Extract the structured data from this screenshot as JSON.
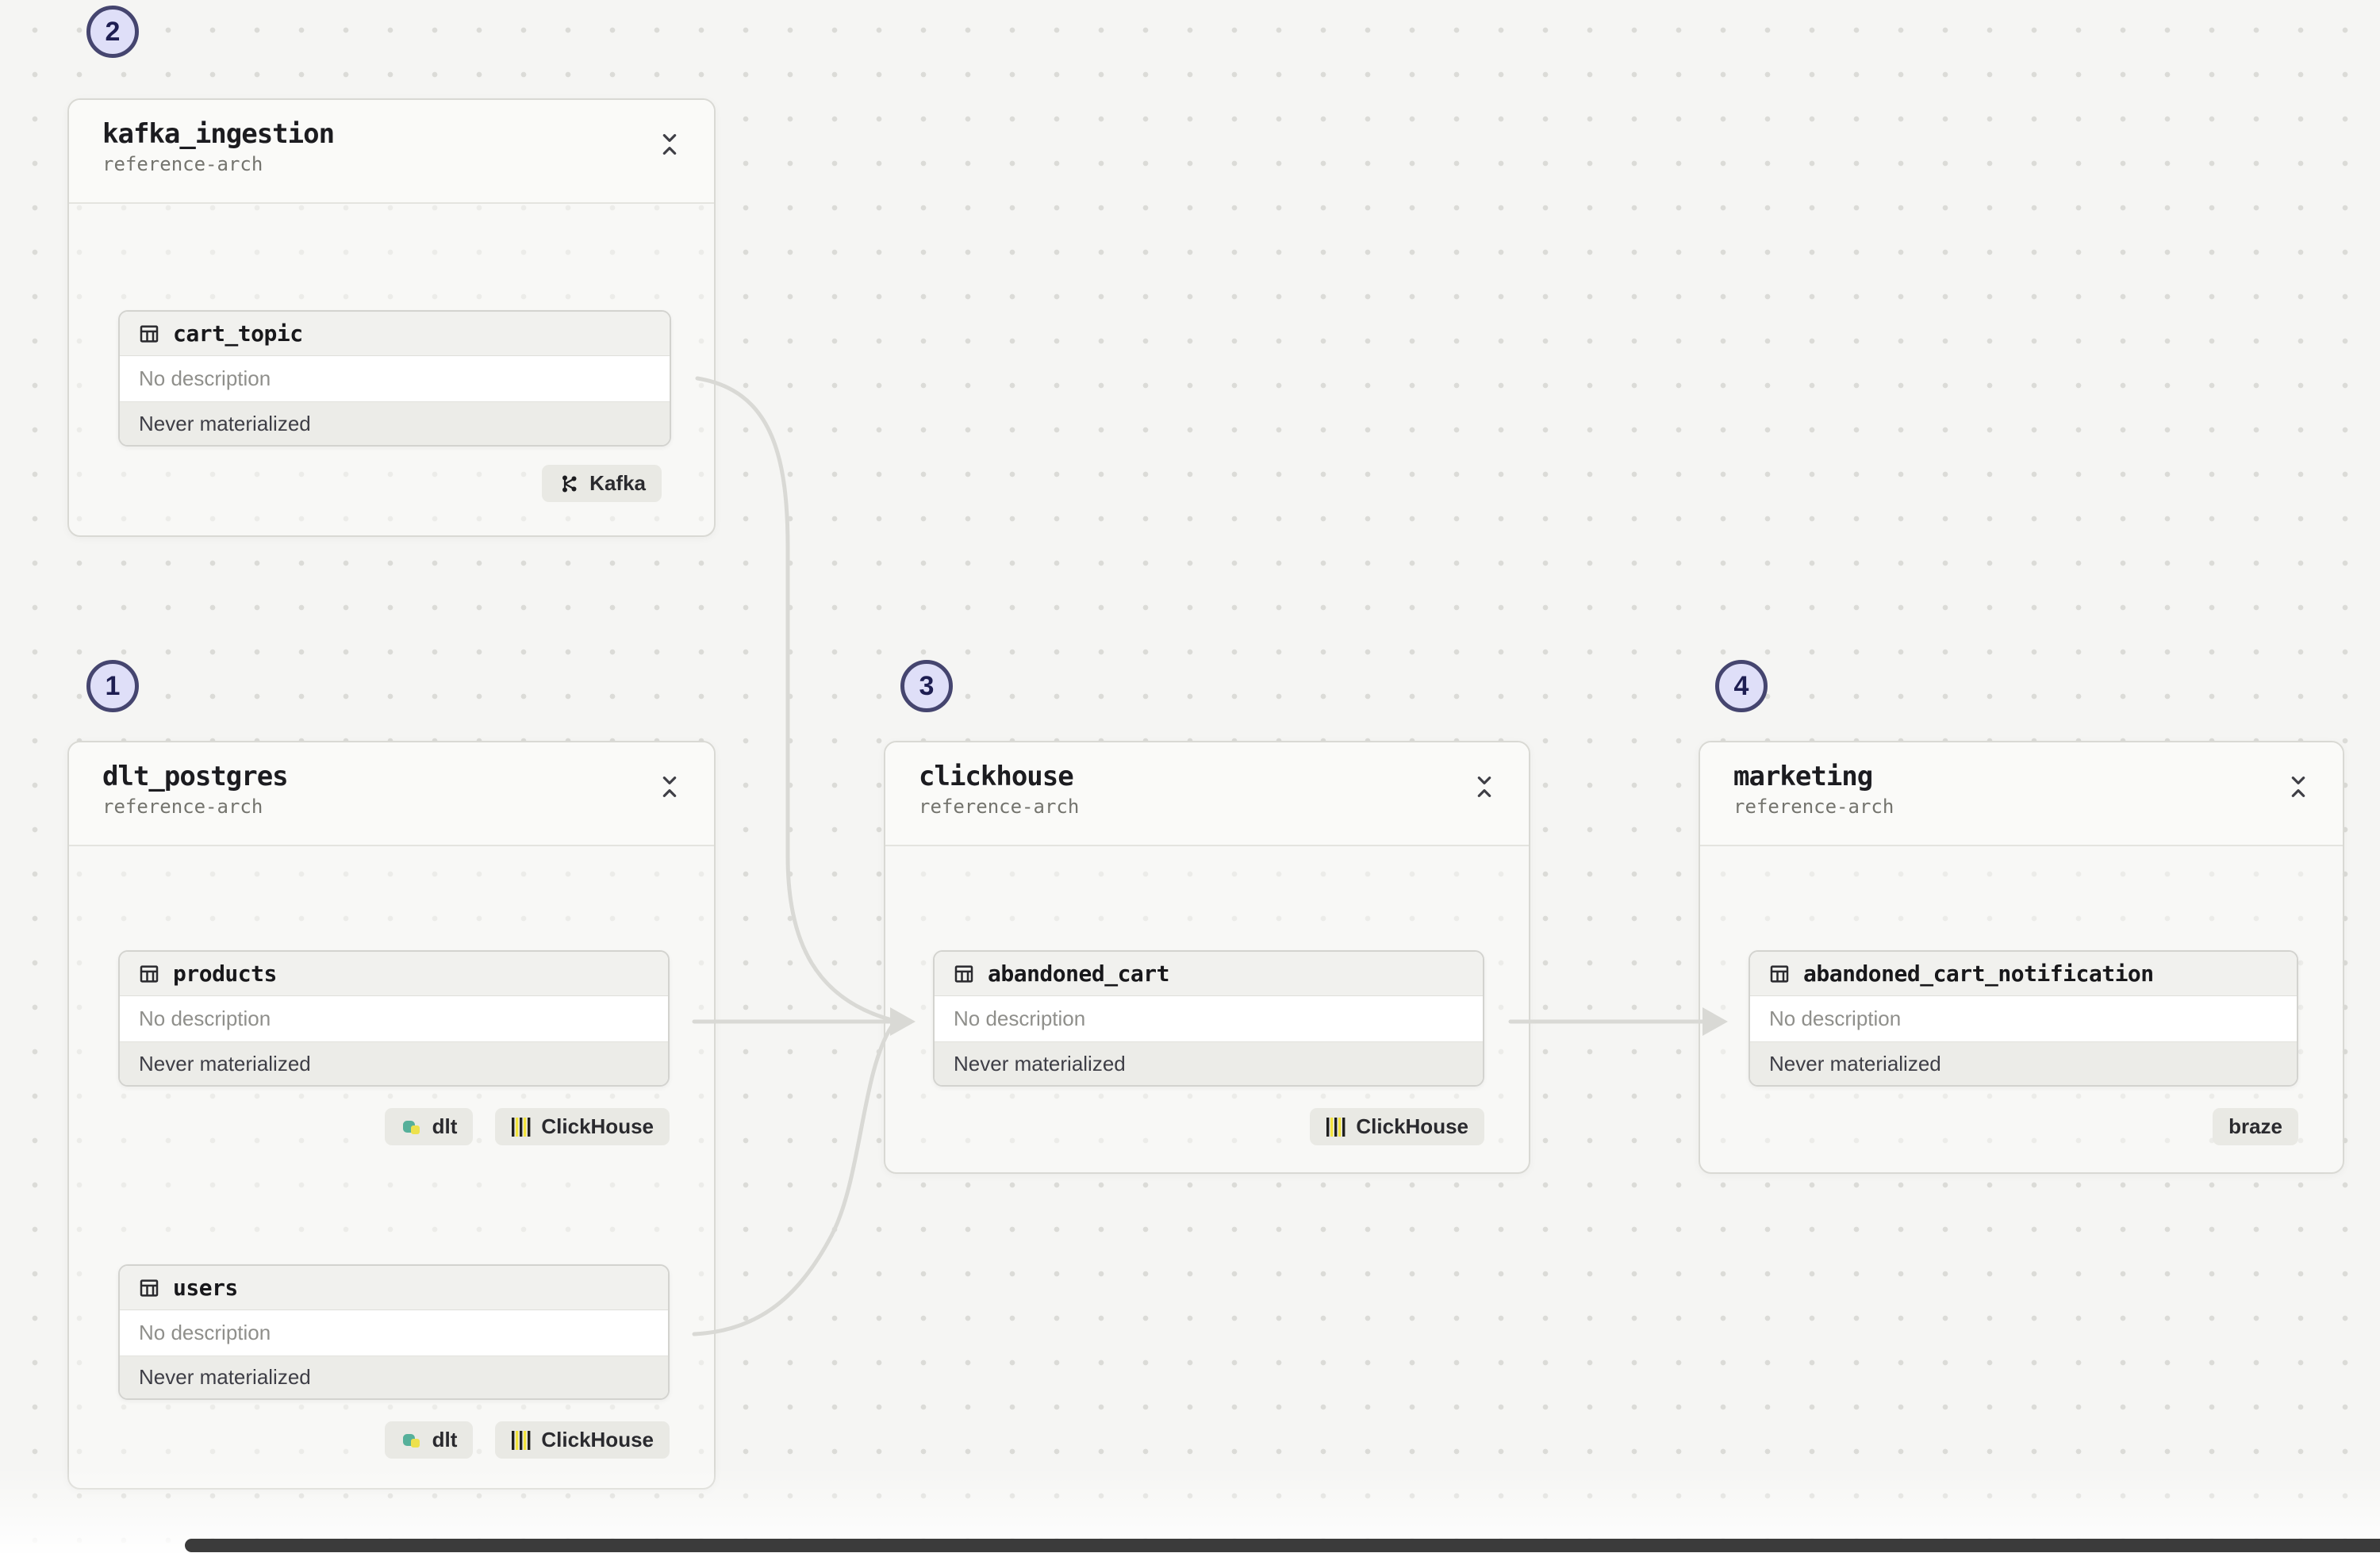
{
  "groups": [
    {
      "badge": "2",
      "title": "kafka_ingestion",
      "subtitle": "reference-arch",
      "assets": [
        {
          "name": "cart_topic",
          "description": "No description",
          "status": "Never materialized",
          "tags": [
            {
              "label": "Kafka",
              "icon": "kafka-icon"
            }
          ]
        }
      ]
    },
    {
      "badge": "1",
      "title": "dlt_postgres",
      "subtitle": "reference-arch",
      "assets": [
        {
          "name": "products",
          "description": "No description",
          "status": "Never materialized",
          "tags": [
            {
              "label": "dlt",
              "icon": "dlt-icon"
            },
            {
              "label": "ClickHouse",
              "icon": "clickhouse-icon"
            }
          ]
        },
        {
          "name": "users",
          "description": "No description",
          "status": "Never materialized",
          "tags": [
            {
              "label": "dlt",
              "icon": "dlt-icon"
            },
            {
              "label": "ClickHouse",
              "icon": "clickhouse-icon"
            }
          ]
        }
      ]
    },
    {
      "badge": "3",
      "title": "clickhouse",
      "subtitle": "reference-arch",
      "assets": [
        {
          "name": "abandoned_cart",
          "description": "No description",
          "status": "Never materialized",
          "tags": [
            {
              "label": "ClickHouse",
              "icon": "clickhouse-icon"
            }
          ]
        }
      ]
    },
    {
      "badge": "4",
      "title": "marketing",
      "subtitle": "reference-arch",
      "assets": [
        {
          "name": "abandoned_cart_notification",
          "description": "No description",
          "status": "Never materialized",
          "tags": [
            {
              "label": "braze",
              "icon": null
            }
          ]
        }
      ]
    }
  ],
  "edges": [
    {
      "from": "cart_topic",
      "to": "abandoned_cart"
    },
    {
      "from": "products",
      "to": "abandoned_cart"
    },
    {
      "from": "users",
      "to": "abandoned_cart"
    },
    {
      "from": "abandoned_cart",
      "to": "abandoned_cart_notification"
    }
  ],
  "colors": {
    "background": "#F5F5F3",
    "edge": "#D9D9D5",
    "badge_bg": "#DFDFF8",
    "badge_border": "#45456F",
    "clickhouse_yellow": "#F2E33C",
    "dlt_green": "#56B09A",
    "dlt_yellow": "#EDE14D"
  }
}
